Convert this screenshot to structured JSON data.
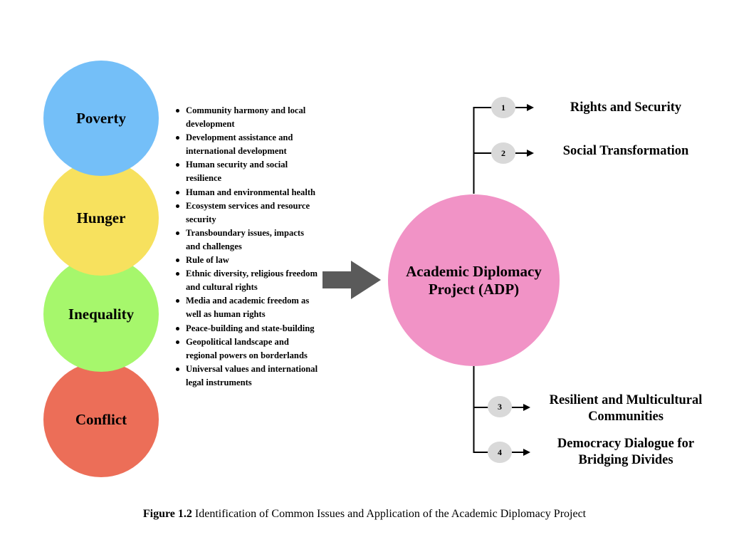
{
  "issues": [
    {
      "label": "Poverty",
      "color": "#74bff8"
    },
    {
      "label": "Hunger",
      "color": "#f7e15e"
    },
    {
      "label": "Inequality",
      "color": "#a6f76c"
    },
    {
      "label": "Conflict",
      "color": "#ec6e58"
    }
  ],
  "topics": [
    "Community harmony and local development",
    "Development assistance and international development",
    "Human security and social resilience",
    "Human and environmental health",
    "Ecosystem services and resource security",
    "Transboundary issues, impacts and challenges",
    "Rule of law",
    "Ethnic diversity, religious freedom and cultural rights",
    "Media and academic freedom as well as human rights",
    "Peace-building and state-building",
    "Geopolitical landscape and regional powers on borderlands",
    "Universal values and international legal instruments"
  ],
  "center": {
    "label": "Academic Diplomacy Project (ADP)",
    "color": "#f193c6"
  },
  "outcomes": [
    {
      "number": "1",
      "label": "Rights and Security"
    },
    {
      "number": "2",
      "label": "Social Transformation"
    },
    {
      "number": "3",
      "label": "Resilient and Multicultural Communities"
    },
    {
      "number": "4",
      "label": "Democracy Dialogue for Bridging Divides"
    }
  ],
  "caption": {
    "label": "Figure 1.2",
    "text": " Identification of Common Issues and Application of the Academic Diplomacy Project"
  }
}
